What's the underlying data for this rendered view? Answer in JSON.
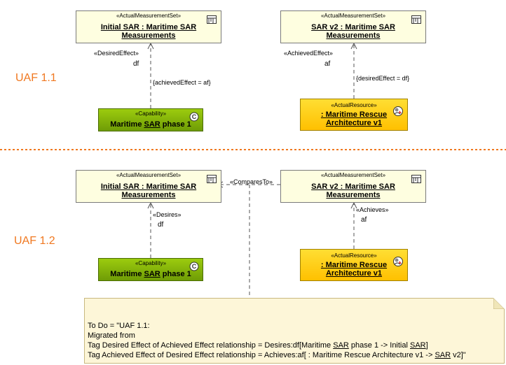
{
  "sections": {
    "top_label": "UAF 1.1",
    "bottom_label": "UAF 1.2"
  },
  "top": {
    "initial_set": {
      "stereotype": "«ActualMeasurementSet»",
      "name": "Initial SAR : Maritime SAR Measurements"
    },
    "v2_set": {
      "stereotype": "«ActualMeasurementSet»",
      "name": "SAR v2 : Maritime SAR Measurements"
    },
    "capability": {
      "stereotype": "«Capability»",
      "name_pre": "Maritime ",
      "name_u": "SAR",
      "name_post": " phase 1"
    },
    "resource": {
      "stereotype": "«ActualResource»",
      "name": ": Maritime Rescue Architecture v1"
    },
    "left_link": {
      "stereotype": "«DesiredEffect»",
      "role": "df",
      "constraint": "{achievedEffect = af}"
    },
    "right_link": {
      "stereotype": "«AchievedEffect»",
      "role": "af",
      "constraint": "{desiredEffect = df}"
    }
  },
  "bottom": {
    "initial_set": {
      "stereotype": "«ActualMeasurementSet»",
      "name": "Initial SAR : Maritime SAR Measurements"
    },
    "v2_set": {
      "stereotype": "«ActualMeasurementSet»",
      "name": "SAR v2 : Maritime SAR Measurements"
    },
    "capability": {
      "stereotype": "«Capability»",
      "name_pre": "Maritime ",
      "name_u": "SAR",
      "name_post": " phase 1"
    },
    "resource": {
      "stereotype": "«ActualResource»",
      "name": ": Maritime Rescue Architecture v1"
    },
    "compares_link": {
      "stereotype": "«ComparesTo»"
    },
    "left_link": {
      "stereotype": "«Desires»",
      "role": "df"
    },
    "right_link": {
      "stereotype": "«Achieves»",
      "role": "af"
    }
  },
  "note": {
    "line1": "To Do = \"UAF 1.1:",
    "line2": "Migrated from",
    "line3_pre": "Tag Desired Effect of Achieved Effect relationship = Desires:df[Maritime ",
    "line3_u1": "SAR",
    "line3_mid": " phase 1 -> Initial ",
    "line3_u2": "SAR",
    "line3_post": "]",
    "line4_pre": "Tag Achieved Effect of Desired Effect relationship = Achieves:af[ : Maritime Rescue Architecture v1 -> ",
    "line4_u": "SAR",
    "line4_post": " v2]\""
  },
  "colors": {
    "uaf_label": "#f07820",
    "separator": "#f07820",
    "measurement_fill": "#fefee0",
    "capability_fill": "#8cc00c",
    "resource_fill": "#ffd21a",
    "note_fill": "#fdf6d8"
  }
}
